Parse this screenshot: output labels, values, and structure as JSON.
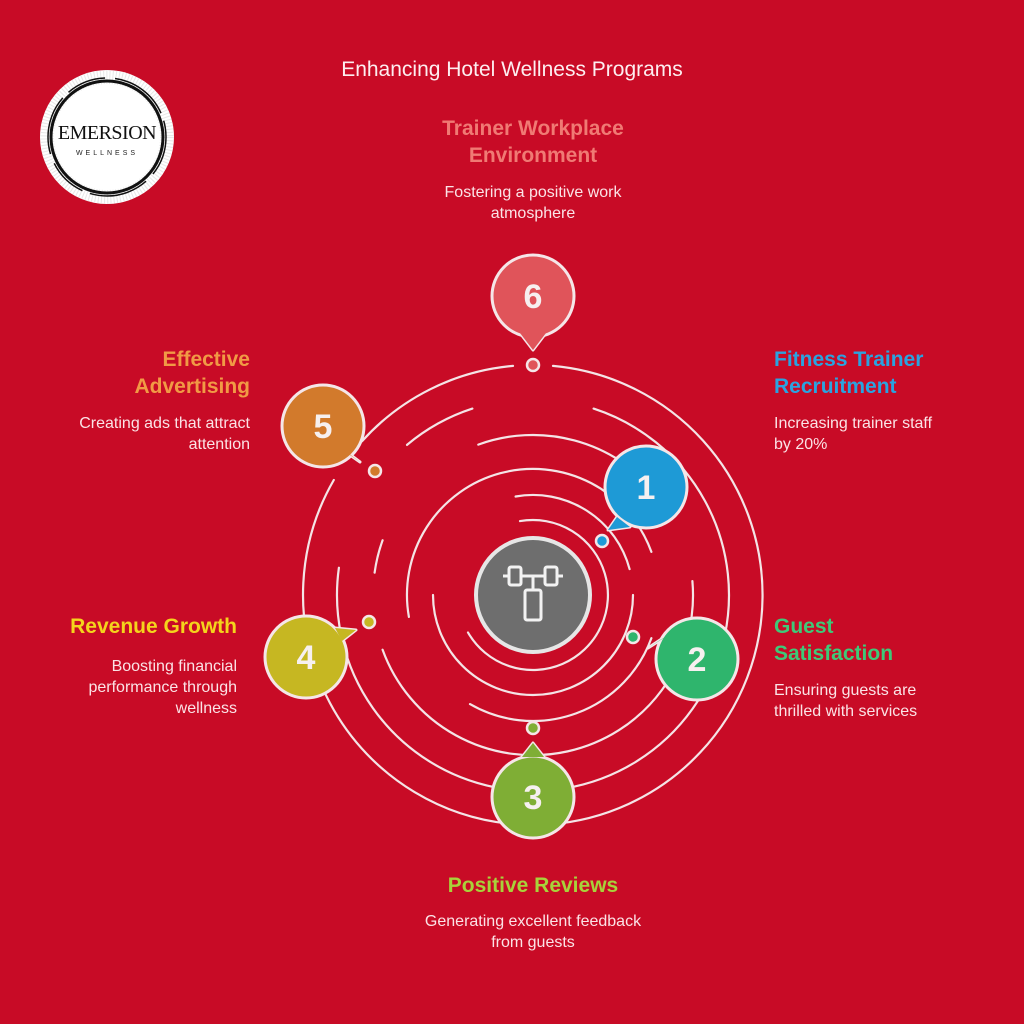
{
  "title": "Enhancing Hotel Wellness Programs",
  "logo": {
    "name": "EMERSION",
    "subtitle": "WELLNESS"
  },
  "center_icon": "gym-machine-icon",
  "steps": [
    {
      "number": "1",
      "title": [
        "Fitness Trainer",
        "Recruitment"
      ],
      "description": [
        "Increasing trainer staff",
        "by 20%"
      ],
      "color": "#1e9ad6",
      "title_color": "#2aa3e0"
    },
    {
      "number": "2",
      "title": [
        "Guest",
        "Satisfaction"
      ],
      "description": [
        "Ensuring guests are",
        "thrilled with services"
      ],
      "color": "#2fb56d",
      "title_color": "#3ec978"
    },
    {
      "number": "3",
      "title": [
        "Positive Reviews"
      ],
      "description": [
        "Generating excellent feedback",
        "from guests"
      ],
      "color": "#7fae35",
      "title_color": "#a8d23a"
    },
    {
      "number": "4",
      "title": [
        "Revenue Growth"
      ],
      "description": [
        "Boosting financial",
        "performance through",
        "wellness"
      ],
      "color": "#c6b722",
      "title_color": "#f4d41c"
    },
    {
      "number": "5",
      "title": [
        "Effective",
        "Advertising"
      ],
      "description": [
        "Creating ads that attract",
        "attention"
      ],
      "color": "#d27a2c",
      "title_color": "#f19a45"
    },
    {
      "number": "6",
      "title": [
        "Trainer Workplace",
        "Environment"
      ],
      "description": [
        "Fostering a positive work",
        "atmosphere"
      ],
      "color": "#e0545a",
      "title_color": "#f07a74"
    }
  ]
}
